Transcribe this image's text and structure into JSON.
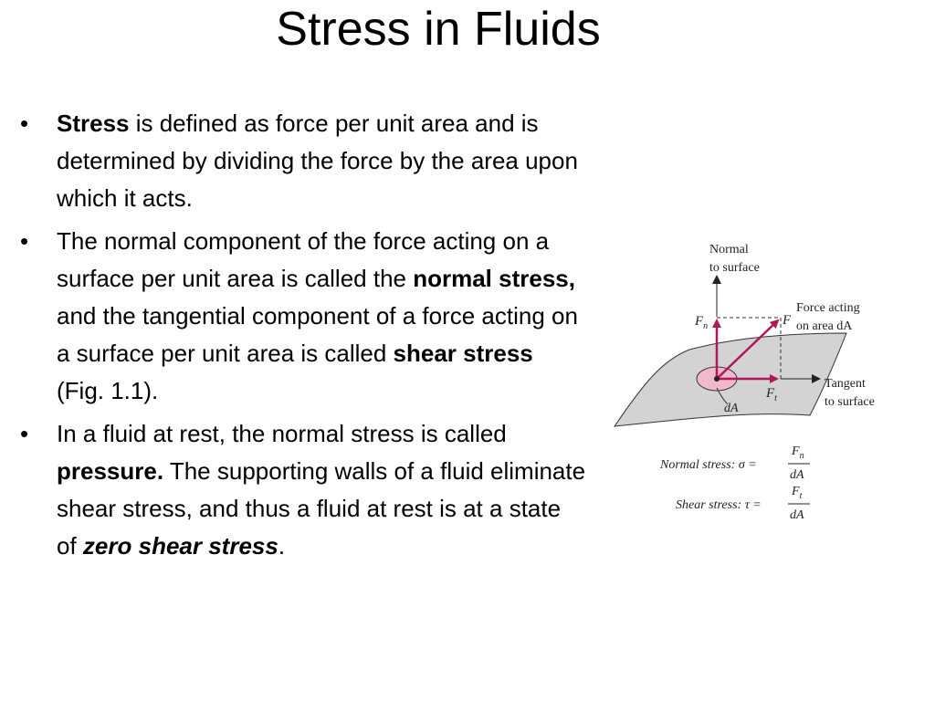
{
  "title": "Stress in Fluids",
  "bullets": [
    {
      "parts": [
        {
          "text": "Stress",
          "style": "bold"
        },
        {
          "text": " is defined as force per unit area and is determined by dividing the force by the area upon which it acts.",
          "style": "normal"
        }
      ]
    },
    {
      "parts": [
        {
          "text": "The normal component of the force acting on a surface per unit area is called the ",
          "style": "normal"
        },
        {
          "text": "normal stress,",
          "style": "bold"
        },
        {
          "text": " and the tangential component of a force acting on a surface per unit area is called ",
          "style": "normal"
        },
        {
          "text": "shear stress",
          "style": "bold"
        },
        {
          "text": " (Fig. 1.1).",
          "style": "normal"
        }
      ]
    },
    {
      "parts": [
        {
          "text": " In a fluid at rest, the normal stress is called ",
          "style": "normal"
        },
        {
          "text": "pressure.",
          "style": "bold"
        },
        {
          "text": " The supporting walls of a fluid eliminate shear stress, and thus a fluid at rest is at a state of ",
          "style": "normal"
        },
        {
          "text": "zero shear stress",
          "style": "bold-italic"
        },
        {
          "text": ".",
          "style": "normal"
        }
      ]
    }
  ],
  "bullet_symbol": "•",
  "figure": {
    "normal_label_line1": "Normal",
    "normal_label_line2": "to surface",
    "force_label_line1": "Force acting",
    "force_label_line2": "on area dA",
    "tangent_label_line1": "Tangent",
    "tangent_label_line2": "to surface",
    "fn_label": "F",
    "fn_sub": "n",
    "f_label": "F",
    "ft_label": "F",
    "ft_sub": "t",
    "da_label": "dA",
    "normal_stress_text": "Normal stress: σ =",
    "normal_stress_num": "F",
    "normal_stress_num_sub": "n",
    "normal_stress_den": "dA",
    "shear_stress_text": "Shear stress: τ =",
    "shear_stress_num": "F",
    "shear_stress_num_sub": "t",
    "shear_stress_den": "dA",
    "colors": {
      "arrow": "#b0185a",
      "surface": "#d3d3d3",
      "patch": "#f2b8cc"
    }
  }
}
